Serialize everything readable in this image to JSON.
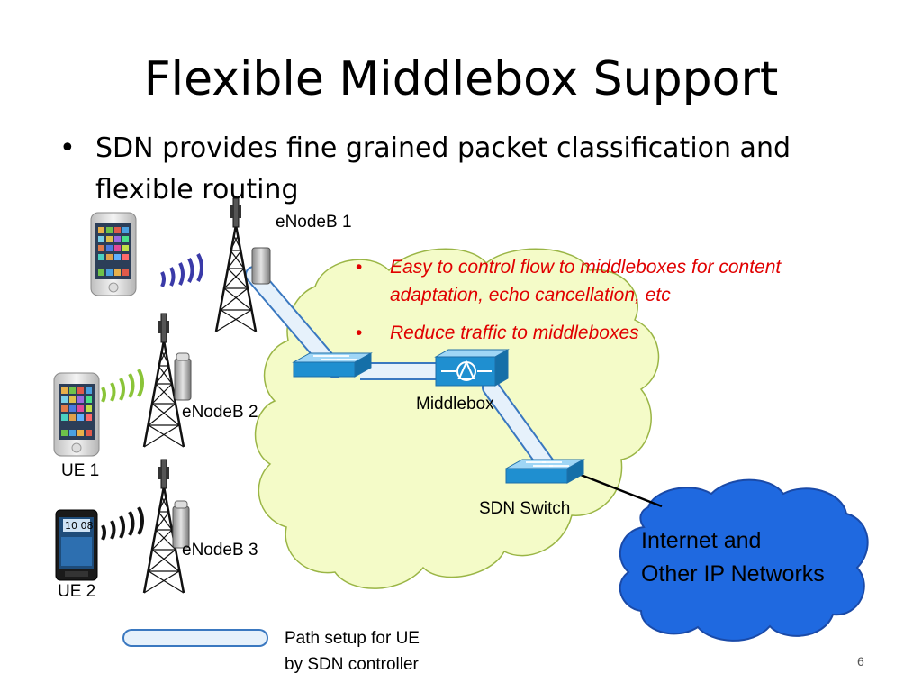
{
  "slide": {
    "title": "Flexible Middlebox Support",
    "bullet": "SDN provides fine grained packet classification and flexible routing",
    "page_number": "6"
  },
  "diagram": {
    "labels": {
      "enodeb1": "eNodeB 1",
      "enodeb2": "eNodeB 2",
      "enodeb3": "eNodeB 3",
      "ue1": "UE 1",
      "ue2": "UE 2",
      "middlebox": "Middlebox",
      "sdn_switch": "SDN Switch",
      "internet_line1": "Internet and",
      "internet_line2": "Other IP Networks"
    },
    "notes": [
      "Easy to control flow to middleboxes for content adaptation, echo cancellation, etc",
      "Reduce traffic to middleboxes"
    ],
    "legend": {
      "line1": "Path setup for UE",
      "line2": "by SDN controller"
    },
    "colors": {
      "cloud_fill": "#f4fbc8",
      "cloud_stroke": "#9ab545",
      "internet_fill": "#1f69e0",
      "internet_stroke": "#1a4aa8",
      "device_blue": "#1f8fd0",
      "path_fill": "#e6f1fb",
      "path_stroke": "#3a78c0",
      "note_red": "#e00000"
    }
  }
}
